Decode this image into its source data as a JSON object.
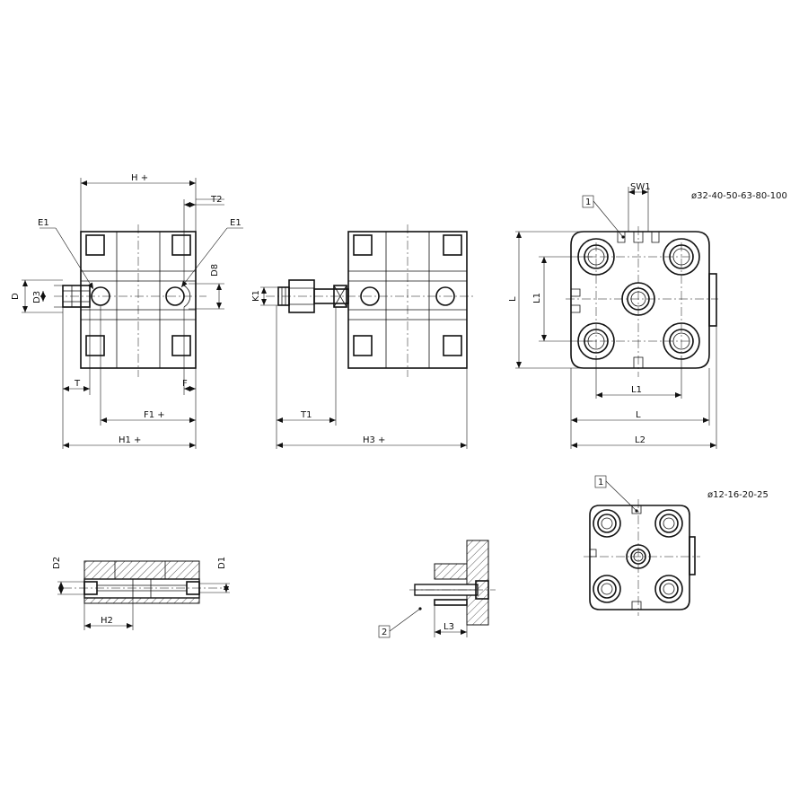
{
  "labels": {
    "H": "H +",
    "T2": "T2",
    "E1_left": "E1",
    "E1_right": "E1",
    "D": "D",
    "D3": "D3",
    "D8": "D8",
    "T": "T",
    "F": "F",
    "F1": "F1 +",
    "H1": "H1 +",
    "K1": "K1",
    "T1": "T1",
    "H3": "H3 +",
    "SW1": "SW1",
    "L_vert": "L",
    "L1_vert": "L1",
    "L1_horiz": "L1",
    "L_horiz": "L",
    "L2": "L2",
    "D2": "D2",
    "D1": "D1",
    "H2": "H2",
    "L3": "L3"
  },
  "callouts": {
    "ref1_large": "1",
    "ref1_small": "1",
    "ref2": "2"
  },
  "variants": {
    "large_bore": "ø32-40-50-63-80-100",
    "small_bore": "ø12-16-20-25"
  }
}
